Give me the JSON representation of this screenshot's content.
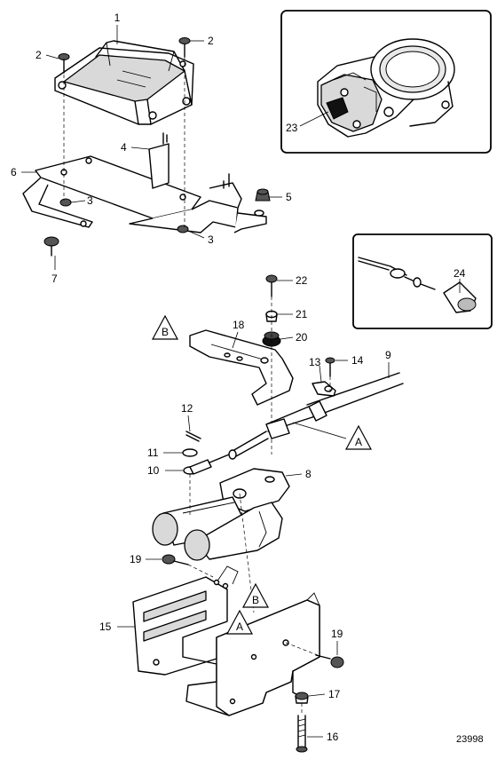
{
  "figure_number": "23998",
  "callouts": {
    "c1": "1",
    "c2a": "2",
    "c2b": "2",
    "c3a": "3",
    "c3b": "3",
    "c4": "4",
    "c5": "5",
    "c6": "6",
    "c7": "7",
    "c8": "8",
    "c9": "9",
    "c10": "10",
    "c11": "11",
    "c12": "12",
    "c13": "13",
    "c14": "14",
    "c15": "15",
    "c16": "16",
    "c17": "17",
    "c18": "18",
    "c19a": "19",
    "c19b": "19",
    "c20": "20",
    "c21": "21",
    "c22": "22",
    "c23": "23",
    "c24": "24"
  },
  "reference_marks": {
    "a1": "A",
    "a2": "A",
    "b1": "B",
    "b2": "B"
  }
}
